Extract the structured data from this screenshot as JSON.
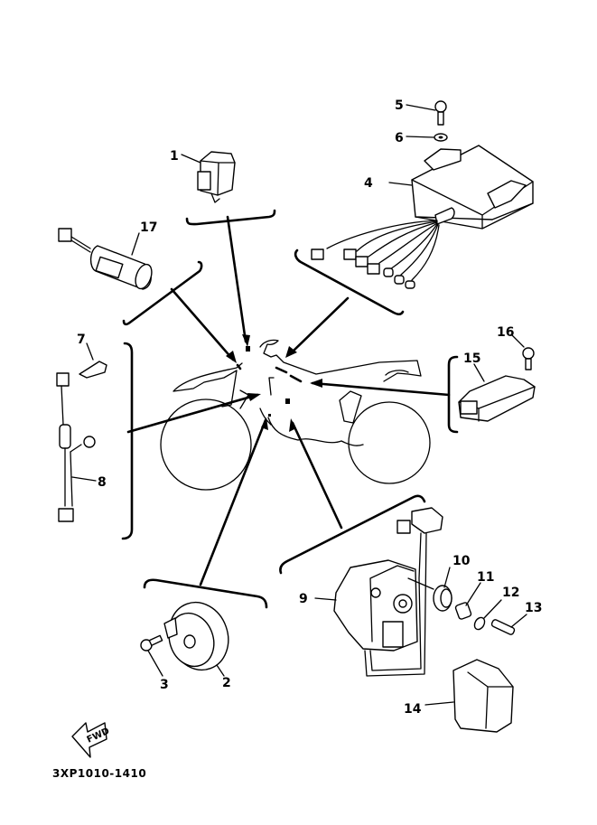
{
  "figure": {
    "code": "3XP1010-1410",
    "fwd_label": "FWD"
  },
  "callouts": [
    {
      "num": "1",
      "part": "relay"
    },
    {
      "num": "2",
      "part": "horn"
    },
    {
      "num": "3",
      "part": "bolt"
    },
    {
      "num": "4",
      "part": "cdi-unit"
    },
    {
      "num": "5",
      "part": "bolt"
    },
    {
      "num": "6",
      "part": "washer"
    },
    {
      "num": "7",
      "part": "neutral-switch"
    },
    {
      "num": "8",
      "part": "wire-harness-lead"
    },
    {
      "num": "9",
      "part": "handlebar-switch"
    },
    {
      "num": "10",
      "part": "grommet"
    },
    {
      "num": "11",
      "part": "collar"
    },
    {
      "num": "12",
      "part": "washer"
    },
    {
      "num": "13",
      "part": "bolt"
    },
    {
      "num": "14",
      "part": "cover"
    },
    {
      "num": "15",
      "part": "rectifier-regulator"
    },
    {
      "num": "16",
      "part": "bolt"
    },
    {
      "num": "17",
      "part": "condenser"
    }
  ]
}
